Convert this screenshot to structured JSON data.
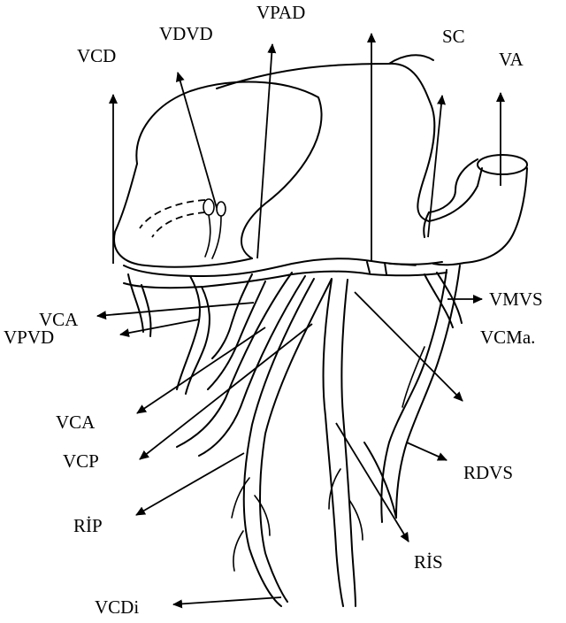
{
  "diagram": {
    "labels": {
      "vcd": "VCD",
      "vdvd": "VDVD",
      "vpad": "VPAD",
      "sc": "SC",
      "va": "VA",
      "vca_top": "VCA",
      "vpvd": "VPVD",
      "vca_bottom": "VCA",
      "vcp": "VCP",
      "rip": "RİP",
      "vcdi": "VCDi",
      "vmvs": "VMVS",
      "vcma": "VCMa.",
      "rdvs": "RDVS",
      "ris": "RİS"
    }
  }
}
